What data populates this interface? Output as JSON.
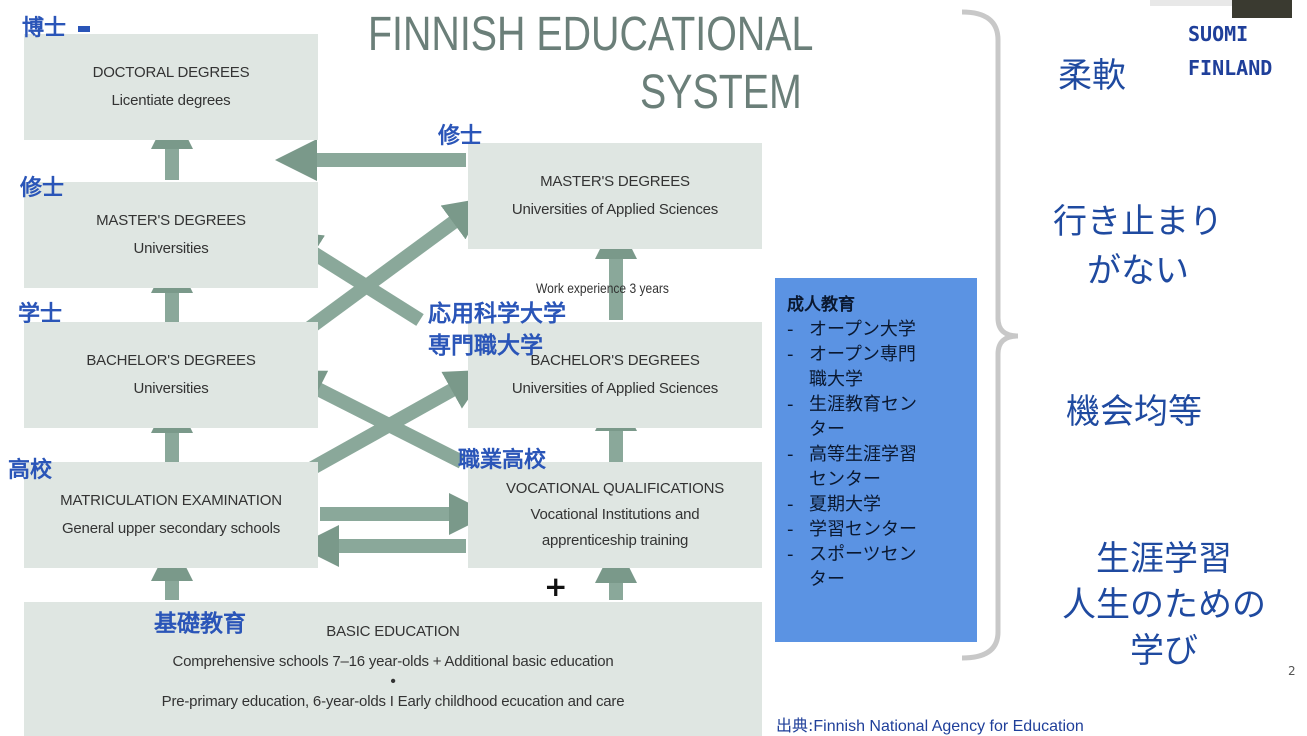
{
  "title": {
    "line1": "FINNISH EDUCATIONAL",
    "line2": "SYSTEM"
  },
  "brand": {
    "line1": "SUOMI",
    "line2": "FINLAND"
  },
  "jp_labels": {
    "doctorate": "博士",
    "masters_left": "修士",
    "masters_right": "修士",
    "bachelor_left": "学士",
    "uas_line1": "応用科学大学",
    "uas_line2": "専門職大学",
    "highschool": "高校",
    "vocational": "職業高校",
    "basic": "基礎教育"
  },
  "boxes": {
    "doctoral": {
      "line1": "DOCTORAL DEGREES",
      "line2": "Licentiate degrees"
    },
    "masters_uni": {
      "line1": "MASTER'S DEGREES",
      "line2": "Universities"
    },
    "masters_uas": {
      "line1": "MASTER'S DEGREES",
      "line2": "Universities of Applied Sciences"
    },
    "bachelor_uni": {
      "line1": "BACHELOR'S DEGREES",
      "line2": "Universities"
    },
    "bachelor_uas": {
      "line1": "BACHELOR'S DEGREES",
      "line2": "Universities of Applied Sciences"
    },
    "matriculation": {
      "line1": "MATRICULATION EXAMINATION",
      "line2": "General upper secondary schools"
    },
    "vocational": {
      "line1": "VOCATIONAL QUALIFICATIONS",
      "line2": "Vocational Institutions and",
      "line3": "apprenticeship training"
    },
    "basic": {
      "line1": "BASIC EDUCATION",
      "line2": "Comprehensive schools 7–16 year-olds + Additional basic education",
      "bullet": "•",
      "line3": "Pre-primary education, 6-year-olds I Early childhood ecucation and care"
    }
  },
  "work_experience": "Work experience 3 years",
  "plus": "+",
  "adult_education": {
    "heading": "成人教育",
    "items": [
      "オープン大学",
      "オープン専門\n職大学",
      "生涯教育セン\nター",
      "高等生涯学習\nセンター",
      "夏期大学",
      "学習センター",
      "スポーツセン\nター"
    ]
  },
  "side_labels": {
    "flexible": "柔軟",
    "no_dead_end_1": "行き止まり",
    "no_dead_end_2": "がない",
    "equal_opportunity": "機会均等",
    "lifelong_1": "生涯学習",
    "lifelong_2": "人生のための",
    "lifelong_3": "学び"
  },
  "source": {
    "prefix": "出典:",
    "text": "Finnish National Agency for Education"
  },
  "page_number": "2",
  "colors": {
    "box_bg": "#dfe6e2",
    "arrow": "#7a998a",
    "jp_label": "#2a55b8",
    "adult_bg": "#5b93e3",
    "side_text": "#1f4aa0",
    "title": "#6b7f79"
  }
}
